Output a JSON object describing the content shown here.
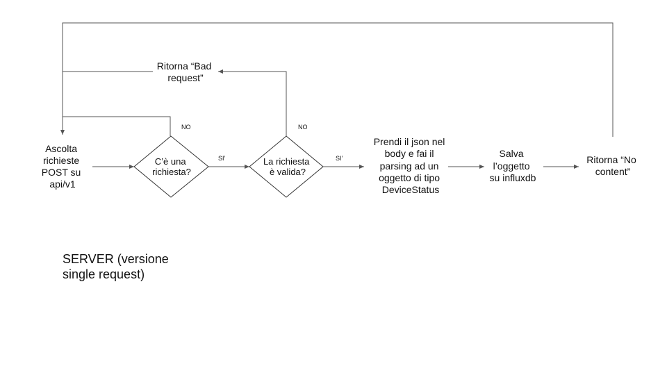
{
  "diagram": {
    "nodes": {
      "listen": {
        "type": "process",
        "lines": [
          "Ascolta",
          "richieste",
          "POST su",
          "api/v1"
        ]
      },
      "has_request": {
        "type": "decision",
        "lines": [
          "C’è una",
          "richiesta?"
        ]
      },
      "is_valid": {
        "type": "decision",
        "lines": [
          "La richiesta",
          "è valida?"
        ]
      },
      "parse": {
        "type": "process",
        "lines": [
          "Prendi il json nel",
          "body e fai il",
          "parsing ad un",
          "oggetto di tipo",
          "DeviceStatus"
        ]
      },
      "save": {
        "type": "process",
        "lines": [
          "Salva",
          "l’oggetto",
          "su influxdb"
        ]
      },
      "no_content": {
        "type": "process",
        "lines": [
          "Ritorna “No",
          "content”"
        ]
      },
      "bad_request": {
        "type": "process",
        "lines": [
          "Ritorna “Bad",
          "request”"
        ]
      }
    },
    "edges": [
      {
        "from": "listen",
        "to": "has_request",
        "label": ""
      },
      {
        "from": "has_request",
        "to": "is_valid",
        "label": "SI’"
      },
      {
        "from": "has_request",
        "to": "listen",
        "label": "NO"
      },
      {
        "from": "is_valid",
        "to": "parse",
        "label": "SI’"
      },
      {
        "from": "is_valid",
        "to": "bad_request",
        "label": "NO"
      },
      {
        "from": "bad_request",
        "to": "listen",
        "label": ""
      },
      {
        "from": "parse",
        "to": "save",
        "label": ""
      },
      {
        "from": "save",
        "to": "no_content",
        "label": ""
      },
      {
        "from": "no_content",
        "to": "listen",
        "label": ""
      }
    ]
  },
  "caption": "SERVER (versione\nsingle request)",
  "colors": {
    "line": "#555555",
    "text": "#111111",
    "background": "#ffffff"
  }
}
